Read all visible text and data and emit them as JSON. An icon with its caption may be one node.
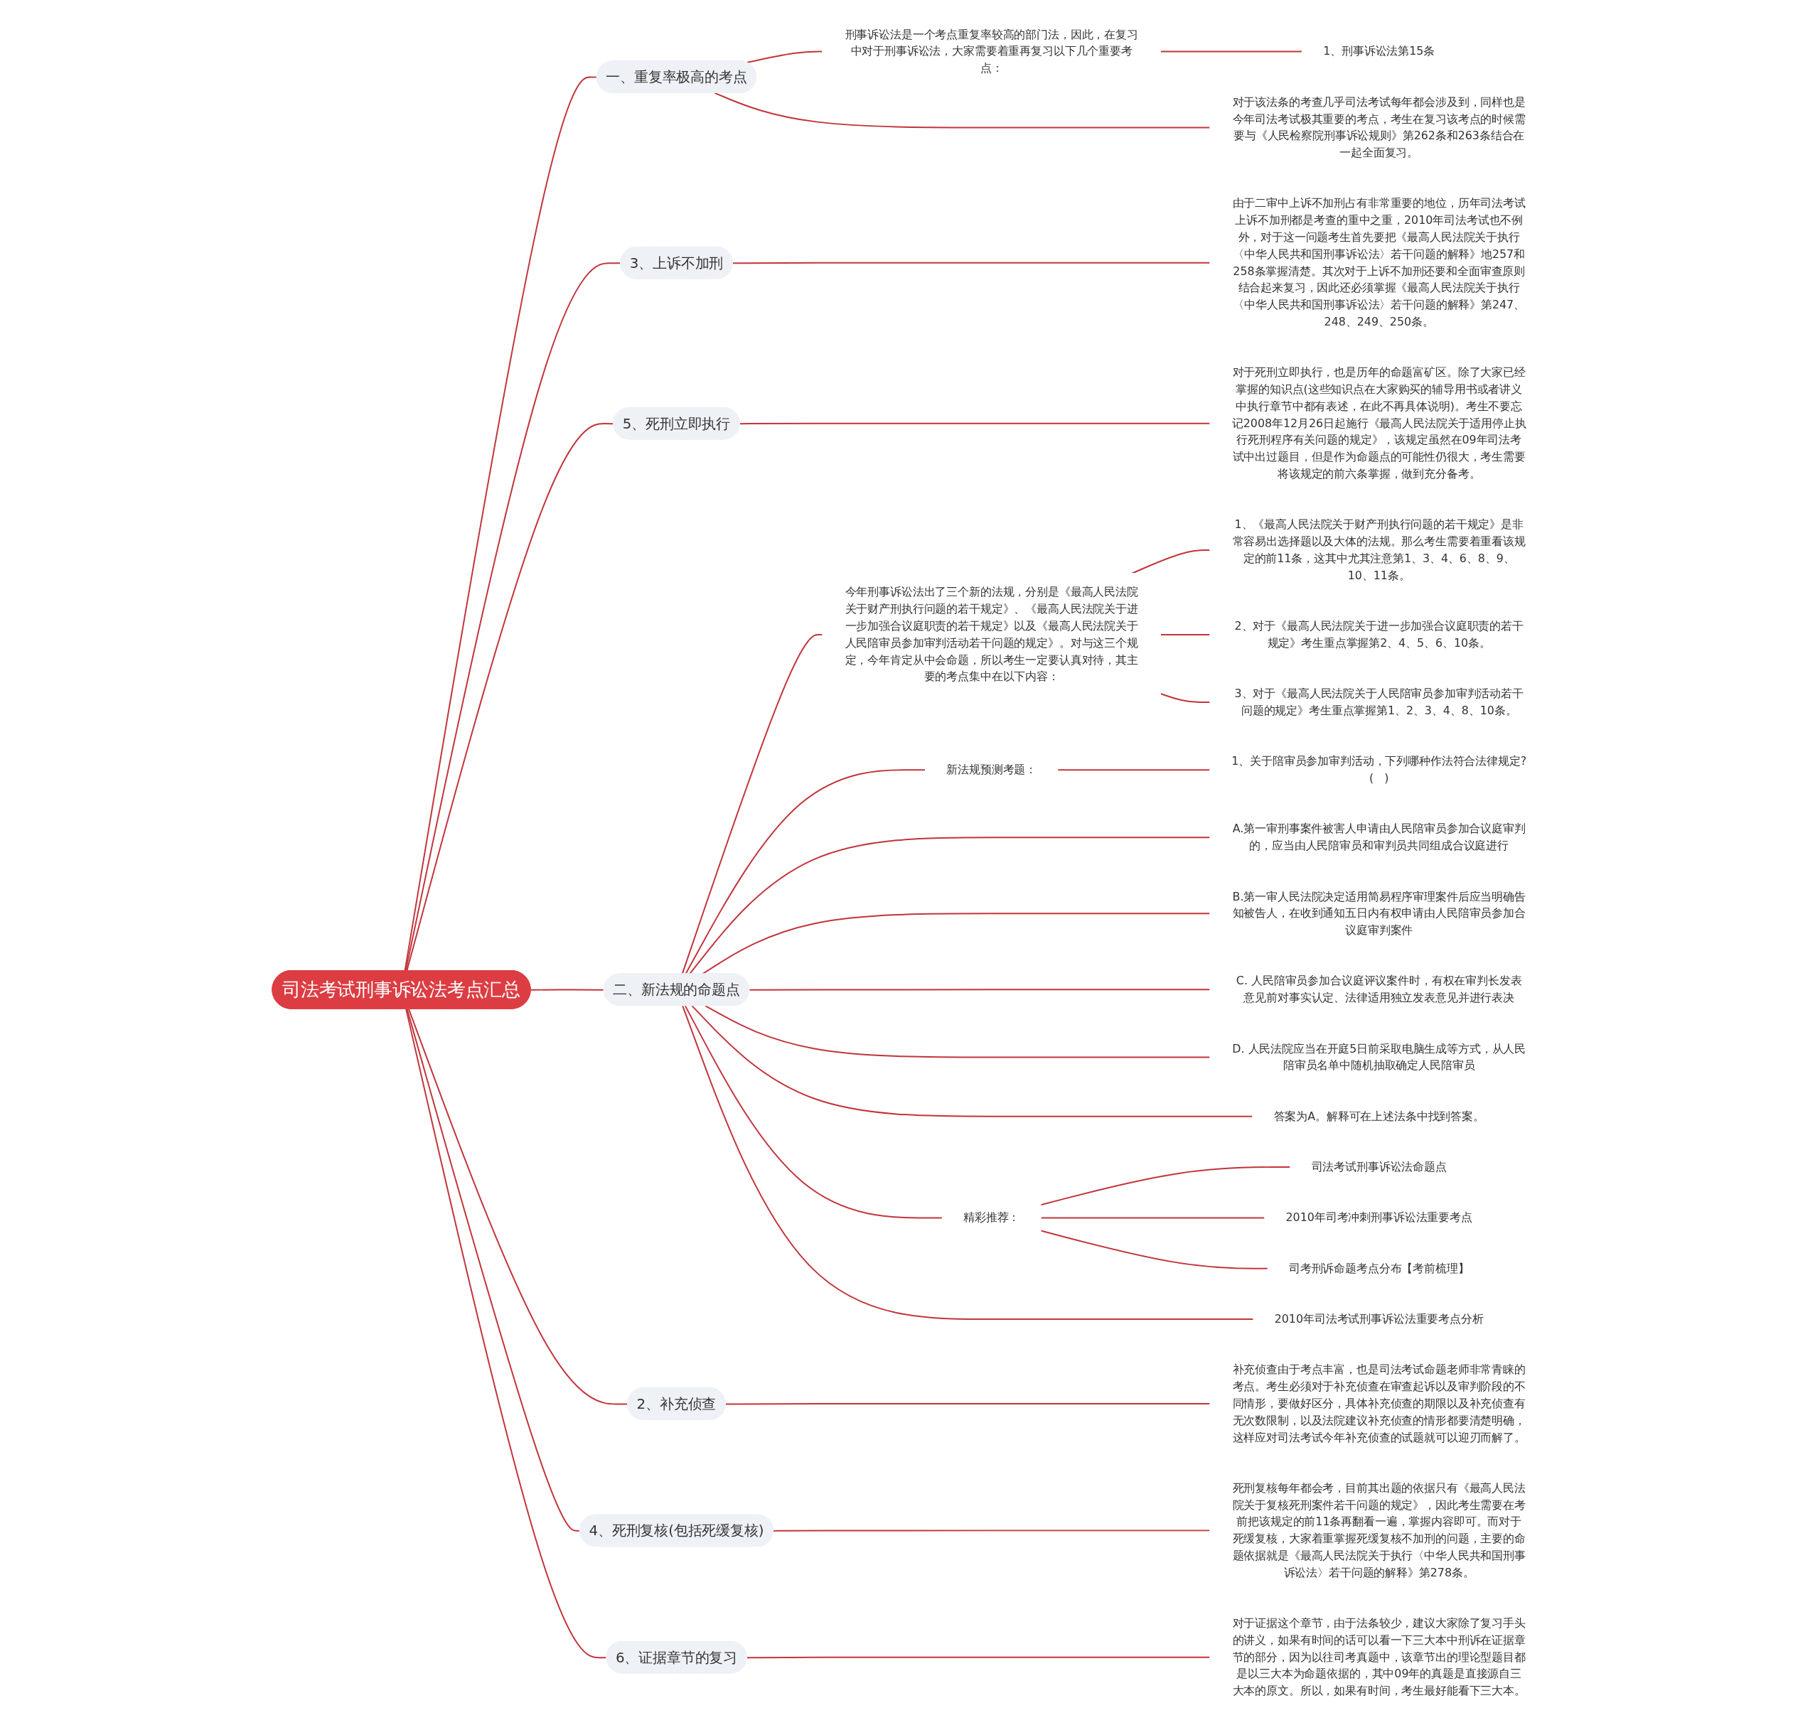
{
  "diagram": {
    "nodes": [
      {
        "text": [
          "司法考试刑事诉讼法考点汇总"
        ]
      },
      {
        "text": [
          "一、重复率极高的考点"
        ]
      },
      {
        "text": [
          "刑事诉讼法是一个考点重复率较高的部门法，因此，在复习中对于刑事诉讼法，大家需要着重再复习以下几个重要考点："
        ]
      },
      {
        "text": [
          "1、刑事诉讼法第15条"
        ]
      },
      {
        "text": [
          "对于该法条的考查几乎司法考试每年都会涉及到，同样也是今年司法考试极其重要的考点，考生在复习该考点的时候需要与《人民检察院刑事诉讼规则》第262条和263条结合在一起全面复习。"
        ]
      },
      {
        "text": [
          "3、上诉不加刑"
        ]
      },
      {
        "text": [
          "由于二审中上诉不加刑占有非常重要的地位，历年司法考试上诉不加刑都是考查的重中之重，2010年司法考试也不例外，对于这一问题考生首先要把《最高人民法院关于执行〈中华人民共和国刑事诉讼法〉若干问题的解释》地257和258条掌握清楚。其次对于上诉不加刑还要和全面审查原则结合起来复习，因此还必须掌握《最高人民法院关于执行〈中华人民共和国刑事诉讼法〉若干问题的解释》第247、248、249、250条。"
        ]
      },
      {
        "text": [
          "5、死刑立即执行"
        ]
      },
      {
        "text": [
          "对于死刑立即执行，也是历年的命题富矿区。除了大家已经掌握的知识点(这些知识点在大家购买的辅导用书或者讲义中执行章节中都有表述，在此不再具体说明)。考生不要忘记2008年12月26日起施行《最高人民法院关于适用停止执行死刑程序有关问题的规定》，该规定虽然在09年司法考试中出过题目，但是作为命题点的可能性仍很大，考生需要将该规定的前六条掌握，做到充分备考。"
        ]
      },
      {
        "text": [
          "二、新法规的命题点"
        ]
      },
      {
        "text": [
          "今年刑事诉讼法出了三个新的法规，分别是《最高人民法院关于财产刑执行问题的若干规定》、《最高人民法院关于进一步加强合议庭职责的若干规定》以及《最高人民法院关于人民陪审员参加审判活动若干问题的规定》。对与这三个规定，今年肯定从中会命题，所以考生一定要认真对待，其主要的考点集中在以下内容："
        ]
      },
      {
        "text": [
          "1、《最高人民法院关于财产刑执行问题的若干规定》是非常容易出选择题以及大体的法规。那么考生需要着重看该规定的前11条，这其中尤其注意第1、3、4、6、8、9、10、11条。"
        ]
      },
      {
        "text": [
          "2、对于《最高人民法院关于进一步加强合议庭职责的若干规定》考生重点掌握第2、4、5、6、10条。"
        ]
      },
      {
        "text": [
          "3、对于《最高人民法院关于人民陪审员参加审判活动若干问题的规定》考生重点掌握第1、2、3、4、8、10条。"
        ]
      },
      {
        "text": [
          "新法规预测考题："
        ]
      },
      {
        "text": [
          "1、关于陪审员参加审判活动，下列哪种作法符合法律规定?(   )"
        ]
      },
      {
        "text": [
          "A.第一审刑事案件被害人申请由人民陪审员参加合议庭审判的，应当由人民陪审员和审判员共同组成合议庭进行"
        ]
      },
      {
        "text": [
          "B.第一审人民法院决定适用简易程序审理案件后应当明确告知被告人，在收到通知五日内有权申请由人民陪审员参加合议庭审判案件"
        ]
      },
      {
        "text": [
          "C. 人民陪审员参加合议庭评议案件时，有权在审判长发表意见前对事实认定、法律适用独立发表意见并进行表决"
        ]
      },
      {
        "text": [
          "D. 人民法院应当在开庭5日前采取电脑生成等方式，从人民陪审员名单中随机抽取确定人民陪审员"
        ]
      },
      {
        "text": [
          "答案为A。解释可在上述法条中找到答案。"
        ]
      },
      {
        "text": [
          "精彩推荐："
        ]
      },
      {
        "text": [
          "司法考试刑事诉讼法命题点"
        ]
      },
      {
        "text": [
          "2010年司考冲刺刑事诉讼法重要考点"
        ]
      },
      {
        "text": [
          "司考刑诉命题考点分布【考前梳理】"
        ]
      },
      {
        "text": [
          "2010年司法考试刑事诉讼法重要考点分析"
        ]
      },
      {
        "text": [
          "2、补充侦查"
        ]
      },
      {
        "text": [
          "补充侦查由于考点丰富，也是司法考试命题老师非常青睐的考点。考生必须对于补充侦查在审查起诉以及审判阶段的不同情形，要做好区分，具体补充侦查的期限以及补充侦查有无次数限制，以及法院建议补充侦查的情形都要清楚明确，这样应对司法考试今年补充侦查的试题就可以迎刃而解了。"
        ]
      },
      {
        "text": [
          "4、死刑复核(包括死缓复核)"
        ]
      },
      {
        "text": [
          "死刑复核每年都会考，目前其出题的依据只有《最高人民法院关于复核死刑案件若干问题的规定》，因此考生需要在考前把该规定的前11条再翻看一遍，掌握内容即可。而对于死缓复核，大家着重掌握死缓复核不加刑的问题，主要的命题依据就是《最高人民法院关于执行〈中华人民共和国刑事诉讼法〉若干问题的解释》第278条。"
        ]
      },
      {
        "text": [
          "6、证据章节的复习"
        ]
      },
      {
        "text": [
          "对于证据这个章节，由于法条较少，建议大家除了复习手头的讲义，如果有时间的话可以看一下三大本中刑诉在证据章节的部分，因为以往司考真题中，该章节出的理论型题目都是以三大本为命题依据的，其中09年的真题是直接源自三大本的原文。所以，如果有时间，考生最好能看下三大本。"
        ]
      }
    ],
    "edges": [
      {
        "from": 0,
        "to": 1,
        "arrow": "none"
      },
      {
        "from": 1,
        "to": 2,
        "arrow": "none"
      },
      {
        "from": 2,
        "to": 3,
        "arrow": "none"
      },
      {
        "from": 1,
        "to": 4,
        "arrow": "none"
      },
      {
        "from": 0,
        "to": 5,
        "arrow": "none"
      },
      {
        "from": 5,
        "to": 6,
        "arrow": "none"
      },
      {
        "from": 0,
        "to": 7,
        "arrow": "none"
      },
      {
        "from": 7,
        "to": 8,
        "arrow": "none"
      },
      {
        "from": 0,
        "to": 9,
        "arrow": "none"
      },
      {
        "from": 9,
        "to": 10,
        "arrow": "none"
      },
      {
        "from": 10,
        "to": 11,
        "arrow": "none"
      },
      {
        "from": 10,
        "to": 12,
        "arrow": "none"
      },
      {
        "from": 10,
        "to": 13,
        "arrow": "none"
      },
      {
        "from": 9,
        "to": 14,
        "arrow": "none"
      },
      {
        "from": 14,
        "to": 15,
        "arrow": "none"
      },
      {
        "from": 9,
        "to": 16,
        "arrow": "none"
      },
      {
        "from": 9,
        "to": 17,
        "arrow": "none"
      },
      {
        "from": 9,
        "to": 18,
        "arrow": "none"
      },
      {
        "from": 9,
        "to": 19,
        "arrow": "none"
      },
      {
        "from": 9,
        "to": 20,
        "arrow": "none"
      },
      {
        "from": 9,
        "to": 21,
        "arrow": "none"
      },
      {
        "from": 21,
        "to": 22,
        "arrow": "none"
      },
      {
        "from": 21,
        "to": 23,
        "arrow": "none"
      },
      {
        "from": 21,
        "to": 24,
        "arrow": "none"
      },
      {
        "from": 9,
        "to": 25,
        "arrow": "none"
      },
      {
        "from": 0,
        "to": 26,
        "arrow": "none"
      },
      {
        "from": 26,
        "to": 27,
        "arrow": "none"
      },
      {
        "from": 0,
        "to": 28,
        "arrow": "none"
      },
      {
        "from": 28,
        "to": 29,
        "arrow": "none"
      },
      {
        "from": 0,
        "to": 30,
        "arrow": "none"
      },
      {
        "from": 30,
        "to": 31,
        "arrow": "none"
      }
    ]
  }
}
